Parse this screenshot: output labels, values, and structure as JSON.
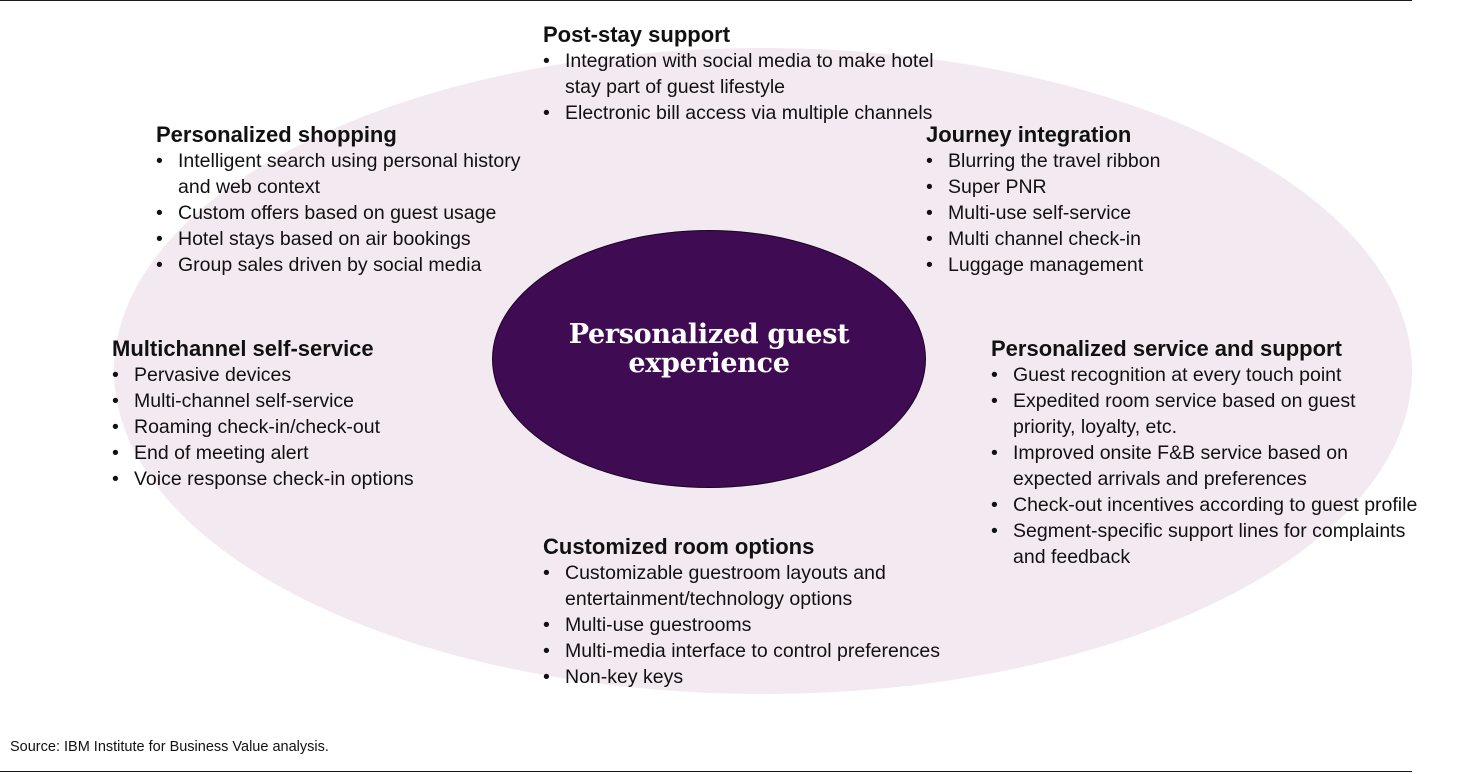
{
  "center_title": "Personalized guest experience",
  "blocks": {
    "post_stay": {
      "title": "Post-stay support",
      "items": [
        "Integration with social media to make hotel stay part of guest lifestyle",
        "Electronic bill access via multiple channels"
      ]
    },
    "shopping": {
      "title": "Personalized shopping",
      "items": [
        "Intelligent search using personal history and web context",
        "Custom offers based on guest usage",
        "Hotel stays based on air bookings",
        "Group sales driven by social media"
      ]
    },
    "journey": {
      "title": "Journey integration",
      "items": [
        "Blurring the travel ribbon",
        "Super PNR",
        "Multi-use self-service",
        "Multi channel check-in",
        "Luggage management"
      ]
    },
    "multichannel": {
      "title": "Multichannel self-service",
      "items": [
        "Pervasive devices",
        "Multi-channel self-service",
        "Roaming check-in/check-out",
        "End of meeting alert",
        "Voice response check-in options"
      ]
    },
    "service": {
      "title": "Personalized service and support",
      "items": [
        "Guest recognition at every touch point",
        "Expedited room service based on guest priority, loyalty, etc.",
        "Improved onsite F&B service based on expected arrivals and preferences",
        "Check-out incentives according to guest profile",
        "Segment-specific support lines for complaints and feedback"
      ]
    },
    "room": {
      "title": "Customized room options",
      "items": [
        "Customizable guestroom layouts and entertainment/technology options",
        "Multi-use guestrooms",
        "Multi-media interface to control preferences",
        "Non-key keys"
      ]
    }
  },
  "bullet_glyph": "•",
  "source": "Source: IBM Institute for Business Value analysis.",
  "colors": {
    "outer_ellipse": "#f3e9f1",
    "inner_ellipse": "#3f0b52",
    "center_text": "#ffffff",
    "text": "#111111"
  }
}
